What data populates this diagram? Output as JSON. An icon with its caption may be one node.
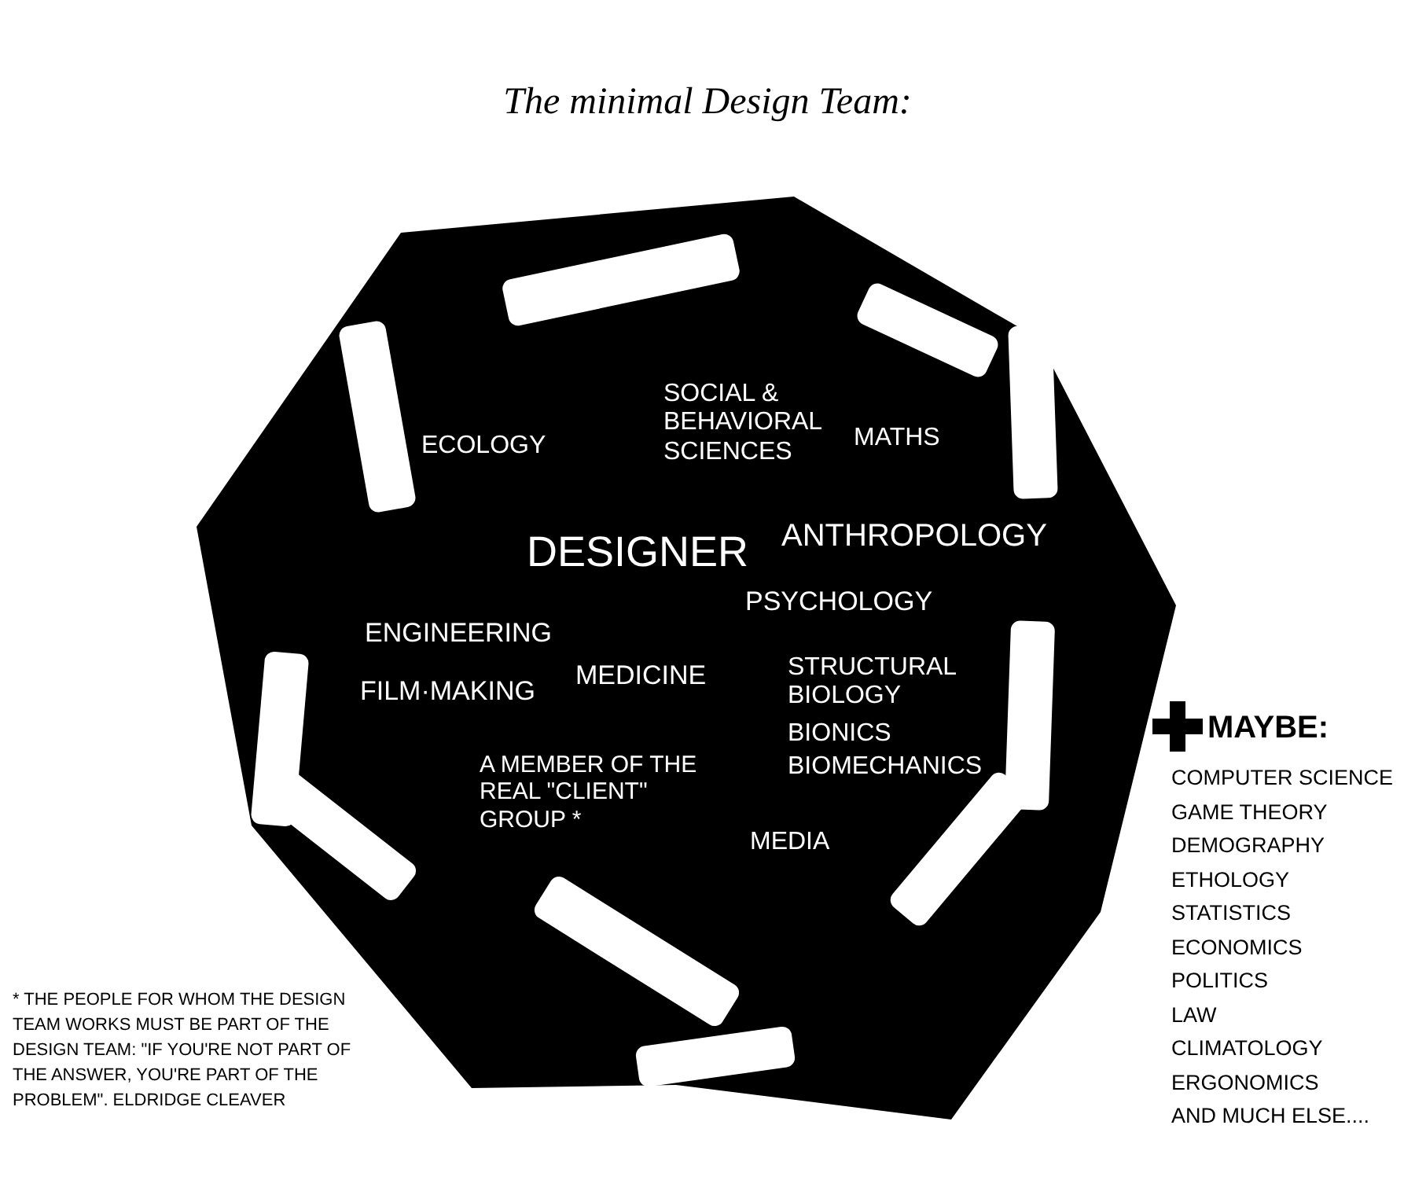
{
  "diagram": {
    "title": "The minimal Design Team:",
    "nodes": [
      {
        "text": [
          "ECOLOGY",
          "SOCIAL & BEHAVIORAL SCIENCES",
          "MATHS",
          "DESIGNER",
          "ANTHROPOLOGY",
          "PSYCHOLOGY",
          "ENGINEERING",
          "FILM·MAKING",
          "MEDICINE",
          "STRUCTURAL BIOLOGY",
          "BIONICS",
          "BIOMECHANICS",
          "A MEMBER OF THE REAL \"CLIENT\" GROUP *",
          "MEDIA"
        ]
      }
    ],
    "edges": [],
    "labels": [
      "MAYBE:",
      "COMPUTER SCIENCE",
      "GAME THEORY",
      "DEMOGRAPHY",
      "ETHOLOGY",
      "STATISTICS",
      "ECONOMICS",
      "POLITICS",
      "LAW",
      "CLIMATOLOGY",
      "ERGONOMICS",
      "AND MUCH ELSE....",
      "* THE PEOPLE FOR WHOM THE DESIGN TEAM WORKS MUST BE PART OF THE DESIGN TEAM: \"IF YOU'RE NOT PART OF THE ANSWER, YOU'RE PART OF THE PROBLEM\". ELDRIDGE CLEAVER"
    ]
  }
}
